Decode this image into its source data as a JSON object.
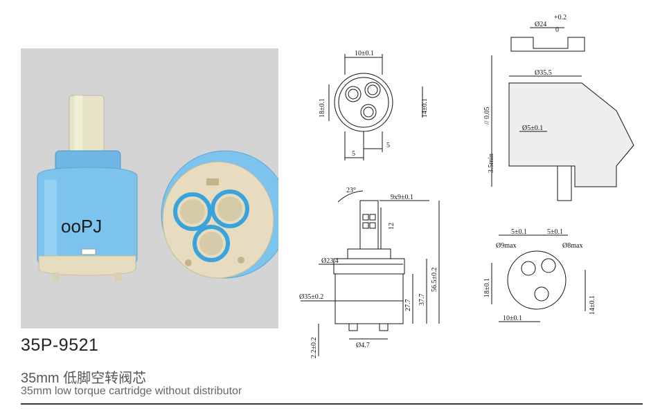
{
  "product": {
    "brand": "ooPJ",
    "model": "35P-9521",
    "title_cn": "35mm 低脚空转阀芯",
    "title_en": "35mm low torque cartridge without distributor"
  },
  "drawing": {
    "dims": {
      "top_width": "10±0.1",
      "top_height_left": "18±0.1",
      "top_height_right": "14±0.1",
      "bottom_left": "5",
      "bottom_right": "5",
      "angle": "23°",
      "spline": "9x9±0.1",
      "stem_height": "12",
      "collar_dia": "Ø23.4",
      "body_dia": "Ø35±0.2",
      "h1": "27.7",
      "h2": "37.7",
      "h3": "56.5±0.2",
      "foot": "2.2±0.2",
      "foot_dia": "Ø4.7",
      "seat_dia": "Ø24",
      "seat_tol_upper": "+0.2",
      "seat_tol_lower": "0",
      "bore_dia": "Ø35.5",
      "flatness": "// 0.05",
      "pin_dia": "Ø5±0.1",
      "depth": "3.5min",
      "hole_left_offset": "5±0.1",
      "hole_right_offset": "5±0.1",
      "hole_max_left": "Ø9max",
      "hole_max_right": "Ø8max",
      "hole_height_left": "18±0.1",
      "hole_height_right": "14±0.1",
      "hole_bottom": "10±0.1"
    }
  }
}
